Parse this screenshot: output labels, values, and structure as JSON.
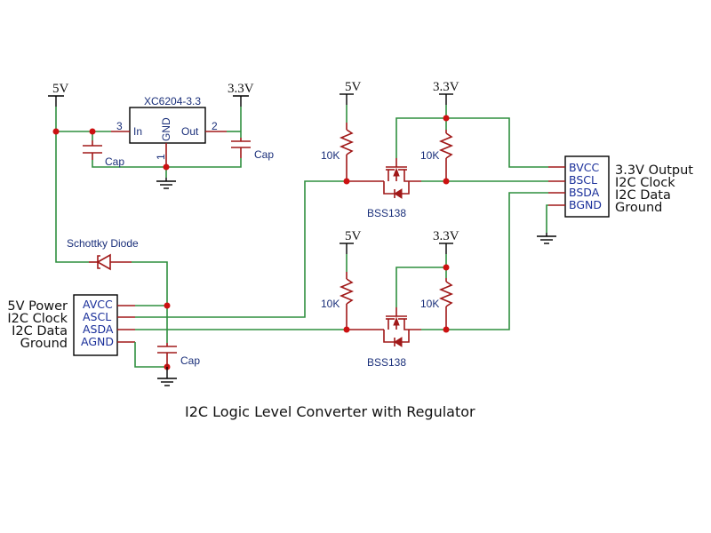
{
  "title": "I2C Logic Level Converter with Regulator",
  "rails": {
    "reg_in": "5V",
    "reg_out": "3.3V",
    "ch1_low": "5V",
    "ch1_high": "3.3V",
    "ch2_low": "5V",
    "ch2_high": "3.3V"
  },
  "regulator": {
    "part": "XC6204-3.3",
    "pin_in": "In",
    "pin_out": "Out",
    "pin_gnd": "GND",
    "pin_in_num": "3",
    "pin_out_num": "2",
    "pin_gnd_num": "1"
  },
  "capacitors": {
    "c_in": "Cap",
    "c_out": "Cap",
    "c_a": "Cap"
  },
  "diode": {
    "label": "Schottky Diode"
  },
  "channels": [
    {
      "r_low": "10K",
      "r_high": "10K",
      "mosfet": "BSS138"
    },
    {
      "r_low": "10K",
      "r_high": "10K",
      "mosfet": "BSS138"
    }
  ],
  "connector_a": {
    "pins": [
      "AVCC",
      "ASCL",
      "ASDA",
      "AGND"
    ],
    "descriptions": [
      "5V Power",
      "I2C Clock",
      "I2C Data",
      "Ground"
    ]
  },
  "connector_b": {
    "pins": [
      "BVCC",
      "BSCL",
      "BSDA",
      "BGND"
    ],
    "descriptions": [
      "3.3V Output",
      "I2C Clock",
      "I2C Data",
      "Ground"
    ]
  },
  "colors": {
    "wire": "#2f8f3f",
    "component": "#a01818",
    "junction": "#cc1111",
    "label": "#1a2f7a"
  }
}
